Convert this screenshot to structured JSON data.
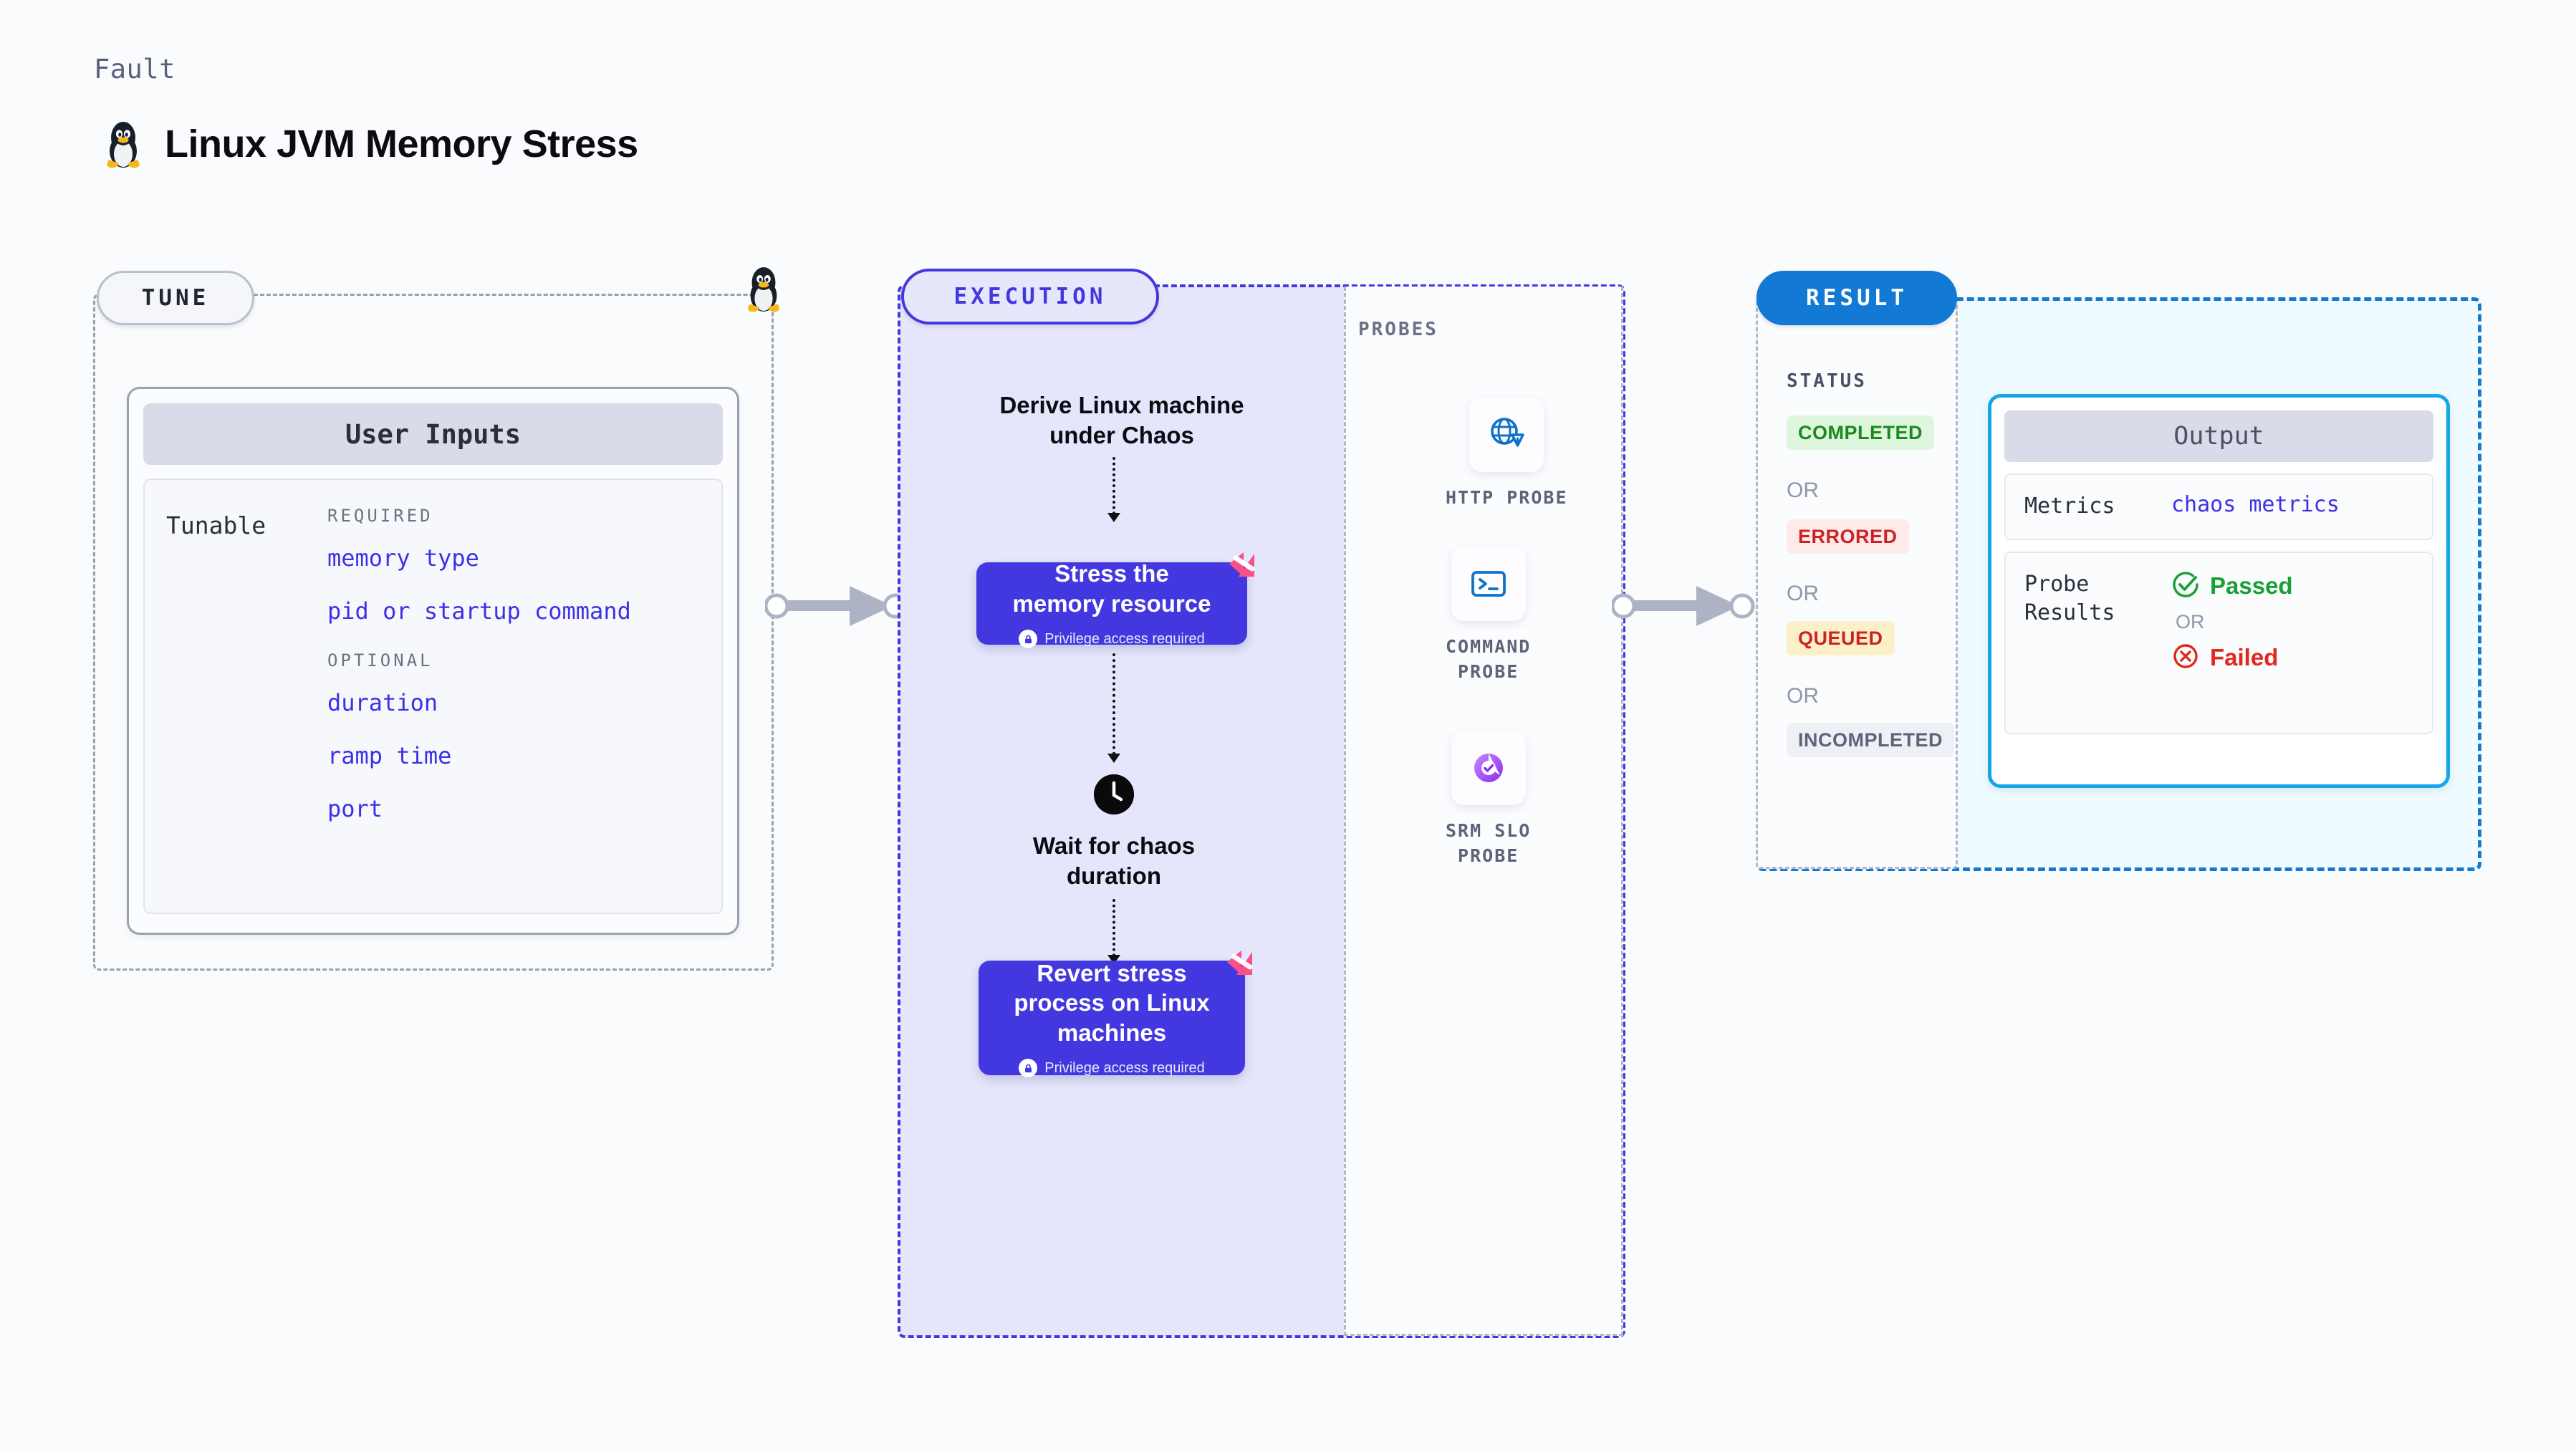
{
  "header": {
    "eyebrow": "Fault",
    "title": "Linux JVM Memory Stress",
    "icon": "linux-penguin-icon"
  },
  "tune": {
    "pill_label": "TUNE",
    "marker_icon": "linux-penguin-icon",
    "card": {
      "header": "User Inputs",
      "row_label": "Tunable",
      "groups": [
        {
          "label": "REQUIRED",
          "items": [
            "memory type",
            "pid or startup command"
          ]
        },
        {
          "label": "OPTIONAL",
          "items": [
            "duration",
            "ramp time",
            "port"
          ]
        }
      ]
    }
  },
  "execution": {
    "pill_label": "EXECUTION",
    "steps": [
      {
        "type": "text",
        "title": "Derive Linux machine\nunder Chaos"
      },
      {
        "type": "node",
        "title": "Stress the\nmemory resource",
        "privilege": "Privilege access required",
        "badge_icon": "harness-logo-icon",
        "lock_icon": "lock-icon"
      },
      {
        "type": "clock",
        "icon": "clock-icon",
        "title": "Wait for chaos\nduration"
      },
      {
        "type": "node",
        "title": "Revert stress\nprocess on Linux\nmachines",
        "privilege": "Privilege access required",
        "badge_icon": "harness-logo-icon",
        "lock_icon": "lock-icon"
      }
    ]
  },
  "probes": {
    "label": "PROBES",
    "items": [
      {
        "icon": "globe-warning-icon",
        "label": "HTTP PROBE"
      },
      {
        "icon": "terminal-icon",
        "label": "COMMAND\nPROBE"
      },
      {
        "icon": "slo-donut-check-icon",
        "label": "SRM SLO\nPROBE"
      }
    ]
  },
  "result": {
    "pill_label": "RESULT",
    "status_title": "STATUS",
    "or_label": "OR",
    "statuses": [
      {
        "label": "COMPLETED",
        "bg": "#ddf6dd",
        "fg": "#1c8a1c"
      },
      {
        "label": "ERRORED",
        "bg": "#fdeaea",
        "fg": "#cc2222"
      },
      {
        "label": "QUEUED",
        "bg": "#fcf0c8",
        "fg": "#cc2222"
      },
      {
        "label": "INCOMPLETED",
        "bg": "#eef0f5",
        "fg": "#5d6479"
      }
    ],
    "output": {
      "header": "Output",
      "metrics_key": "Metrics",
      "metrics_value": "chaos metrics",
      "probe_key": "Probe\nResults",
      "passed_label": "Passed",
      "failed_label": "Failed",
      "or_label": "OR",
      "passed_icon": "check-circle-icon",
      "failed_icon": "x-circle-icon"
    }
  },
  "connectors": {
    "tune_to_exec_icon": "arrow-right-icon",
    "exec_to_result_icon": "arrow-right-icon"
  },
  "colors": {
    "purple": "#4338e0",
    "blue": "#1279d4",
    "pink": "#fb4f87",
    "gray_dash": "#9aa0b0"
  }
}
